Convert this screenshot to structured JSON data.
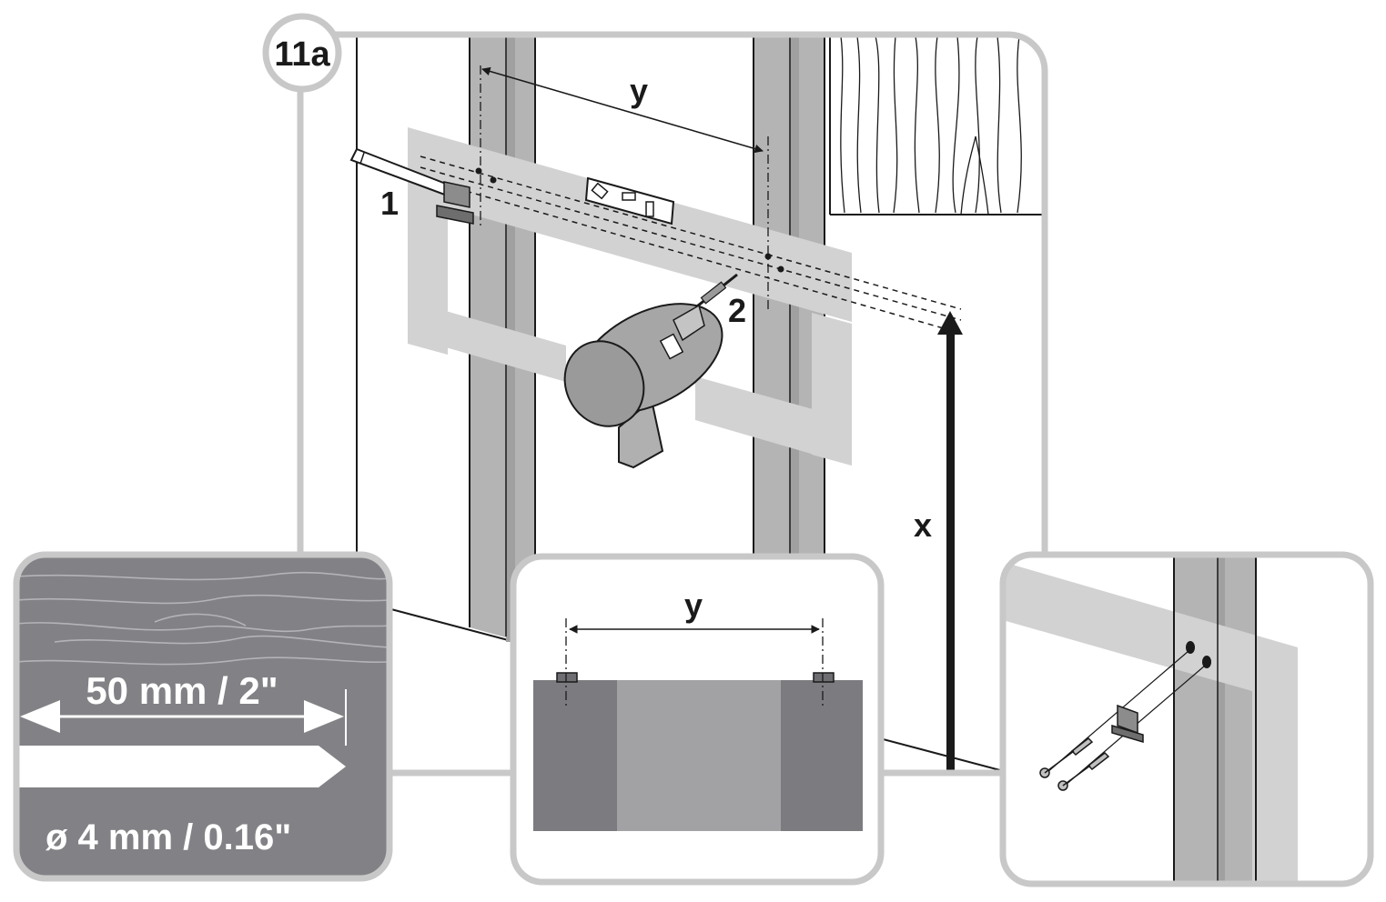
{
  "step_badge": "11a",
  "labels": {
    "spacing": "y",
    "height": "x",
    "step_mark": "1",
    "step_drill": "2",
    "inset_spacing": "y"
  },
  "specs": {
    "depth": "50 mm / 2\"",
    "diameter": "ø 4 mm / 0.16\""
  },
  "colors": {
    "outline": "#c8c8c8",
    "stud": "#b4b4b4",
    "stud_shadow": "#8c8c8c",
    "template": "#d2d2d2",
    "spec_panel": "#828286",
    "cabinet_dark": "#7c7c80",
    "cabinet_light": "#a2a2a4",
    "ink": "#1a1a1a"
  }
}
